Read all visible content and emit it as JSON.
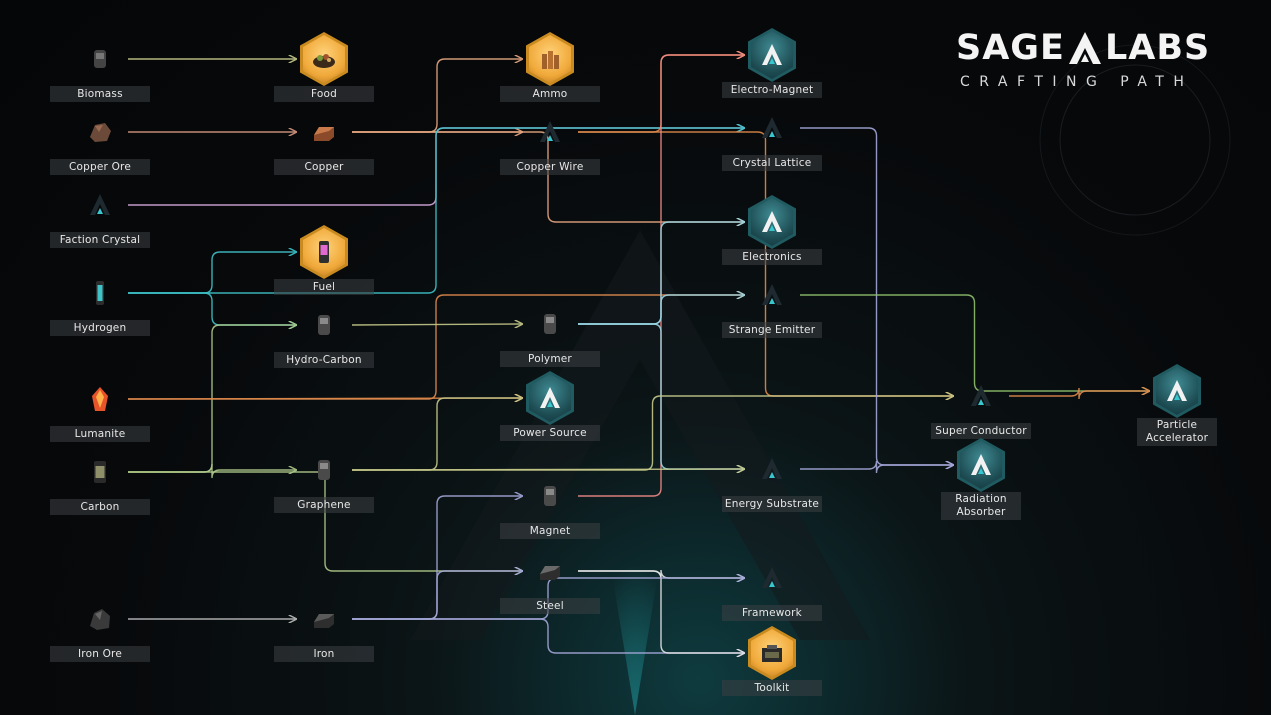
{
  "header": {
    "brand_left": "SAGE",
    "brand_right": "LABS",
    "subtitle": "CRAFTING PATH",
    "brand_icon": "sage-labs-a-icon"
  },
  "colors": {
    "background": "#07090b",
    "raw_hex": "#a8a8a8",
    "gold_hex": "#f0a93a",
    "teal_hex": "#1f5b60",
    "label_bg": "#3c4044",
    "arrows": [
      "#c6c98a",
      "#d79a82",
      "#d8a9e0",
      "#3ec3c9",
      "#e08a4c",
      "#b0c98a",
      "#a4a7d8",
      "#f08a86",
      "#9bd6e5",
      "#8fbf6e"
    ]
  },
  "nodes": [
    {
      "id": "biomass",
      "label": "Biomass",
      "style": "raw",
      "icon": "biomass-icon"
    },
    {
      "id": "copper-ore",
      "label": "Copper Ore",
      "style": "raw",
      "icon": "ore-icon"
    },
    {
      "id": "faction-crystal",
      "label": "Faction Crystal",
      "style": "raw",
      "icon": "faction-a-icon"
    },
    {
      "id": "hydrogen",
      "label": "Hydrogen",
      "style": "raw",
      "icon": "hydrogen-tube-icon"
    },
    {
      "id": "lumanite",
      "label": "Lumanite",
      "style": "raw",
      "icon": "lumanite-crystal-icon"
    },
    {
      "id": "carbon",
      "label": "Carbon",
      "style": "raw",
      "icon": "carbon-canister-icon"
    },
    {
      "id": "iron-ore",
      "label": "Iron Ore",
      "style": "raw",
      "icon": "ore-icon"
    },
    {
      "id": "food",
      "label": "Food",
      "style": "gold",
      "icon": "food-bowl-icon"
    },
    {
      "id": "copper",
      "label": "Copper",
      "style": "raw",
      "icon": "ingot-icon"
    },
    {
      "id": "fuel",
      "label": "Fuel",
      "style": "gold",
      "icon": "fuel-canister-icon"
    },
    {
      "id": "hydro-carbon",
      "label": "Hydro-Carbon",
      "style": "raw",
      "icon": "cylinder-icon"
    },
    {
      "id": "graphene",
      "label": "Graphene",
      "style": "raw",
      "icon": "cylinder-icon"
    },
    {
      "id": "iron",
      "label": "Iron",
      "style": "raw",
      "icon": "ingot-icon"
    },
    {
      "id": "ammo",
      "label": "Ammo",
      "style": "gold",
      "icon": "ammo-icon"
    },
    {
      "id": "copper-wire",
      "label": "Copper Wire",
      "style": "raw",
      "icon": "faction-a-icon"
    },
    {
      "id": "polymer",
      "label": "Polymer",
      "style": "raw",
      "icon": "cylinder-icon"
    },
    {
      "id": "power-source",
      "label": "Power Source",
      "style": "teal",
      "icon": "faction-a-icon"
    },
    {
      "id": "magnet",
      "label": "Magnet",
      "style": "raw",
      "icon": "cylinder-icon"
    },
    {
      "id": "steel",
      "label": "Steel",
      "style": "raw",
      "icon": "ingot-icon"
    },
    {
      "id": "electro-magnet",
      "label": "Electro-Magnet",
      "style": "teal",
      "icon": "faction-a-icon"
    },
    {
      "id": "crystal-lattice",
      "label": "Crystal Lattice",
      "style": "raw",
      "icon": "faction-a-icon"
    },
    {
      "id": "electronics",
      "label": "Electronics",
      "style": "teal",
      "icon": "faction-a-icon"
    },
    {
      "id": "strange-emitter",
      "label": "Strange Emitter",
      "style": "raw",
      "icon": "faction-a-icon"
    },
    {
      "id": "energy-substrate",
      "label": "Energy Substrate",
      "style": "raw",
      "icon": "faction-a-icon"
    },
    {
      "id": "framework",
      "label": "Framework",
      "style": "raw",
      "icon": "faction-a-icon"
    },
    {
      "id": "toolkit",
      "label": "Toolkit",
      "style": "gold",
      "icon": "toolkit-case-icon"
    },
    {
      "id": "super-conductor",
      "label": "Super Conductor",
      "style": "raw",
      "icon": "faction-a-icon"
    },
    {
      "id": "radiation-absorber",
      "label": "Radiation Absorber",
      "style": "teal",
      "icon": "faction-a-icon"
    },
    {
      "id": "particle-accelerator",
      "label": "Particle Accelerator",
      "style": "teal",
      "icon": "faction-a-icon"
    }
  ],
  "edges": [
    {
      "from": "biomass",
      "to": "food",
      "color": "#c6c98a"
    },
    {
      "from": "copper-ore",
      "to": "copper",
      "color": "#d79a82"
    },
    {
      "from": "copper",
      "to": "ammo",
      "color": "#e7a781"
    },
    {
      "from": "copper",
      "to": "copper-wire",
      "color": "#e7a781"
    },
    {
      "from": "copper",
      "to": "electronics",
      "color": "#e7a781"
    },
    {
      "from": "faction-crystal",
      "to": "crystal-lattice",
      "color": "#d8a9e0"
    },
    {
      "from": "hydrogen",
      "to": "fuel",
      "color": "#3ec3c9"
    },
    {
      "from": "hydrogen",
      "to": "hydro-carbon",
      "color": "#3ec3c9"
    },
    {
      "from": "hydrogen",
      "to": "crystal-lattice",
      "color": "#3ec3c9"
    },
    {
      "from": "carbon",
      "to": "hydro-carbon",
      "color": "#b0c98a"
    },
    {
      "from": "carbon",
      "to": "graphene",
      "color": "#b0c98a"
    },
    {
      "from": "carbon",
      "to": "steel",
      "color": "#b0c98a"
    },
    {
      "from": "lumanite",
      "to": "power-source",
      "color": "#e08a4c"
    },
    {
      "from": "lumanite",
      "to": "strange-emitter",
      "color": "#e08a4c"
    },
    {
      "from": "hydro-carbon",
      "to": "polymer",
      "color": "#c6c98a"
    },
    {
      "from": "iron-ore",
      "to": "iron",
      "color": "#bdbdbd"
    },
    {
      "from": "iron",
      "to": "magnet",
      "color": "#a4a7d8"
    },
    {
      "from": "iron",
      "to": "steel",
      "color": "#a4a7d8"
    },
    {
      "from": "iron",
      "to": "toolkit",
      "color": "#a4a7d8"
    },
    {
      "from": "copper-wire",
      "to": "electro-magnet",
      "color": "#e08a4c"
    },
    {
      "from": "copper-wire",
      "to": "super-conductor",
      "color": "#e08a4c"
    },
    {
      "from": "magnet",
      "to": "electro-magnet",
      "color": "#f08a86"
    },
    {
      "from": "polymer",
      "to": "electronics",
      "color": "#9bd6e5"
    },
    {
      "from": "polymer",
      "to": "strange-emitter",
      "color": "#9bd6e5"
    },
    {
      "from": "polymer",
      "to": "energy-substrate",
      "color": "#9bd6e5"
    },
    {
      "from": "graphene",
      "to": "power-source",
      "color": "#c6c98a"
    },
    {
      "from": "graphene",
      "to": "super-conductor",
      "color": "#c6c98a"
    },
    {
      "from": "graphene",
      "to": "energy-substrate",
      "color": "#c6c98a"
    },
    {
      "from": "steel",
      "to": "framework",
      "color": "#e4e4e4"
    },
    {
      "from": "steel",
      "to": "toolkit",
      "color": "#e4e4e4"
    },
    {
      "from": "iron",
      "to": "framework",
      "color": "#a4a7d8"
    },
    {
      "from": "crystal-lattice",
      "to": "radiation-absorber",
      "color": "#a4a7d8"
    },
    {
      "from": "energy-substrate",
      "to": "radiation-absorber",
      "color": "#a4a7d8"
    },
    {
      "from": "strange-emitter",
      "to": "particle-accelerator",
      "color": "#8fbf6e"
    },
    {
      "from": "super-conductor",
      "to": "particle-accelerator",
      "color": "#e08a4c"
    }
  ]
}
